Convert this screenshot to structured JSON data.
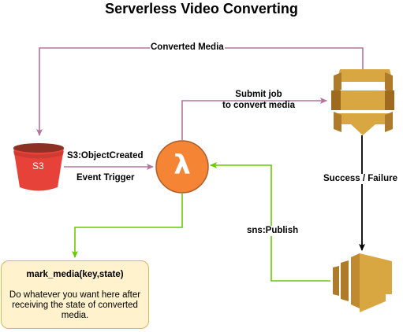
{
  "title": "Serverless Video Converting",
  "nodes": {
    "s3": {
      "label": "S3"
    },
    "lambda": {
      "glyph": "λ"
    },
    "mediaconvert": {
      "label": ""
    },
    "sns": {
      "label": ""
    }
  },
  "edges": {
    "converted_media": "Converted Media",
    "submit_job_line1": "Submit job",
    "submit_job_line2": "to convert media",
    "s3_object_created": "S3:ObjectCreated",
    "event_trigger": "Event Trigger",
    "success_failure": "Success / Failure",
    "sns_publish": "sns:Publish"
  },
  "note": {
    "heading": "mark_media(key,state)",
    "body": "Do whatever you want here after receiving the state of converted media."
  },
  "colors": {
    "purple_edge": "#b5739d",
    "green_edge": "#66cc00",
    "black_edge": "#000000",
    "s3_red": "#e7423a",
    "lambda_orange": "#f58534",
    "aws_gold": "#d9a741",
    "note_fill": "#fff2cc",
    "note_border": "#d6b656"
  }
}
